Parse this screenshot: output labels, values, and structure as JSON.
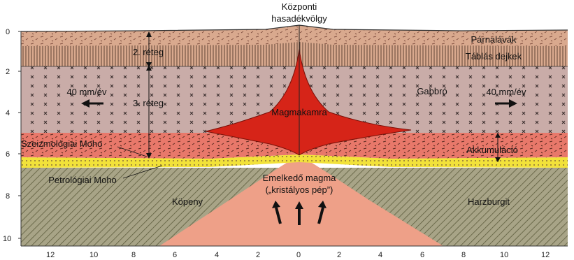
{
  "title": {
    "line1": "Központi",
    "line2": "hasadékvölgy"
  },
  "layers": {
    "pillow_lavas": "Párnalávák",
    "sheeted_dikes": "Táblás dejkek",
    "layer2": "2. réteg",
    "layer3": "3. réteg",
    "gabbro": "Gabbró",
    "magma_chamber": "Magmakamra",
    "seismic_moho": "Szeizmológiai Moho",
    "petrologic_moho": "Petrológiai Moho",
    "accumulation": "Akkumuláció",
    "rising_magma_1": "Emelkedő magma",
    "rising_magma_2": "(„kristályos pép”)",
    "mantle": "Köpeny",
    "harzburgite": "Harzburgit"
  },
  "spreading_rate": {
    "left": "40 mm/év",
    "right": "40 mm/év"
  },
  "axes": {
    "y_ticks": [
      "0",
      "2",
      "4",
      "6",
      "8",
      "10"
    ],
    "x_ticks": [
      "12",
      "10",
      "8",
      "6",
      "4",
      "2",
      "0",
      "2",
      "4",
      "6",
      "8",
      "10",
      "12"
    ]
  },
  "colors": {
    "crust_top": "#d9a98e",
    "gabbro": "#c9aca8",
    "accumulation": "#e8786a",
    "moho_band": "#f2e23a",
    "mantle": "#a8a487",
    "magma_chamber": "#d62418",
    "rising_magma": "#eea088"
  }
}
